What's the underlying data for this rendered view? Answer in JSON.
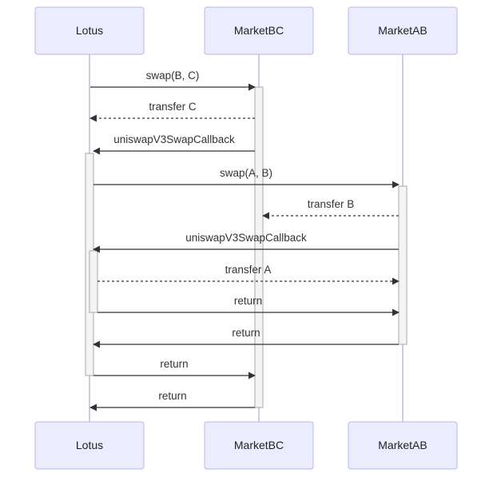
{
  "diagram": {
    "type": "sequence",
    "participants": [
      {
        "id": "Lotus",
        "label": "Lotus"
      },
      {
        "id": "MarketBC",
        "label": "MarketBC"
      },
      {
        "id": "MarketAB",
        "label": "MarketAB"
      }
    ],
    "messages": [
      {
        "from": "Lotus",
        "to": "MarketBC",
        "label": "swap(B, C)",
        "style": "solid"
      },
      {
        "from": "MarketBC",
        "to": "Lotus",
        "label": "transfer C",
        "style": "dotted"
      },
      {
        "from": "MarketBC",
        "to": "Lotus",
        "label": "uniswapV3SwapCallback",
        "style": "solid"
      },
      {
        "from": "Lotus",
        "to": "MarketAB",
        "label": "swap(A, B)",
        "style": "solid"
      },
      {
        "from": "MarketAB",
        "to": "MarketBC",
        "label": "transfer B",
        "style": "dotted"
      },
      {
        "from": "MarketAB",
        "to": "Lotus",
        "label": "uniswapV3SwapCallback",
        "style": "solid"
      },
      {
        "from": "Lotus",
        "to": "MarketAB",
        "label": "transfer A",
        "style": "dotted"
      },
      {
        "from": "Lotus",
        "to": "MarketAB",
        "label": "return",
        "style": "solid"
      },
      {
        "from": "MarketAB",
        "to": "Lotus",
        "label": "return",
        "style": "solid"
      },
      {
        "from": "Lotus",
        "to": "MarketBC",
        "label": "return",
        "style": "solid"
      },
      {
        "from": "MarketBC",
        "to": "Lotus",
        "label": "return",
        "style": "solid"
      }
    ]
  },
  "colors": {
    "actor_fill": "#ececff",
    "actor_border": "#b8b6e8",
    "lifeline": "#9a98c9",
    "activation_fill": "#f4f4f4",
    "activation_border": "#a8a8a8",
    "message_line": "#333333",
    "text": "#333333"
  }
}
